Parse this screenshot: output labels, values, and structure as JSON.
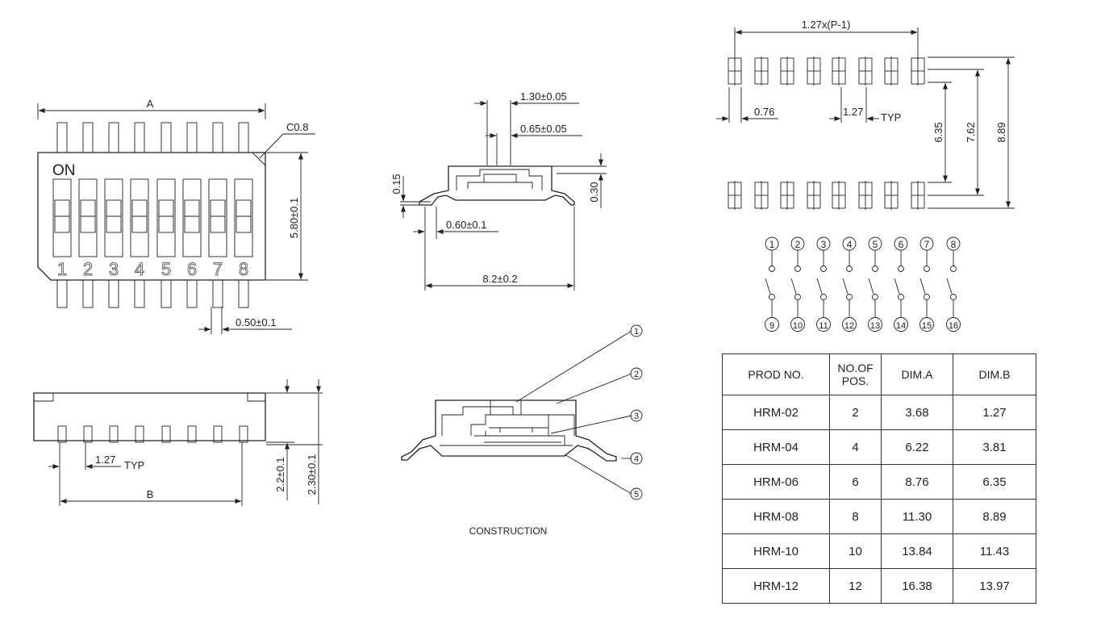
{
  "top_view": {
    "dim_A": "A",
    "chamfer": "C0.8",
    "on_label": "ON",
    "position_numbers": [
      "1",
      "2",
      "3",
      "4",
      "5",
      "6",
      "7",
      "8"
    ],
    "height_dim": "5.80±0.1",
    "pin_width_dim": "0.50±0.1"
  },
  "side_view": {
    "pitch_dim": "1.27",
    "pitch_suffix": "TYP",
    "dim_B": "B",
    "height_dim_1": "2.2±0.1",
    "height_dim_2": "2.30±0.1"
  },
  "front_view": {
    "actuator_width": "1.30±0.05",
    "actuator_gap": "0.65±0.05",
    "lead_thickness": "0.15",
    "actuator_height": "0.30",
    "lead_length": "0.60±0.1",
    "total_width": "8.2±0.2"
  },
  "construction": {
    "title": "CONSTRUCTION",
    "callouts": [
      "1",
      "2",
      "3",
      "4",
      "5"
    ]
  },
  "footprint": {
    "span_dim": "1.27x(P-1)",
    "pad_width": "0.76",
    "pitch": "1.27",
    "pitch_suffix": "TYP",
    "row_dims": [
      "6.35",
      "7.62",
      "8.89"
    ]
  },
  "schematic": {
    "top_pins": [
      "1",
      "2",
      "3",
      "4",
      "5",
      "6",
      "7",
      "8"
    ],
    "bottom_pins": [
      "9",
      "10",
      "11",
      "12",
      "13",
      "14",
      "15",
      "16"
    ]
  },
  "spec_table": {
    "headers": [
      "PROD NO.",
      "NO.OF\nPOS.",
      "DIM.A",
      "DIM.B"
    ],
    "rows": [
      [
        "HRM-02",
        "2",
        "3.68",
        "1.27"
      ],
      [
        "HRM-04",
        "4",
        "6.22",
        "3.81"
      ],
      [
        "HRM-06",
        "6",
        "8.76",
        "6.35"
      ],
      [
        "HRM-08",
        "8",
        "11.30",
        "8.89"
      ],
      [
        "HRM-10",
        "10",
        "13.84",
        "11.43"
      ],
      [
        "HRM-12",
        "12",
        "16.38",
        "13.97"
      ]
    ]
  }
}
